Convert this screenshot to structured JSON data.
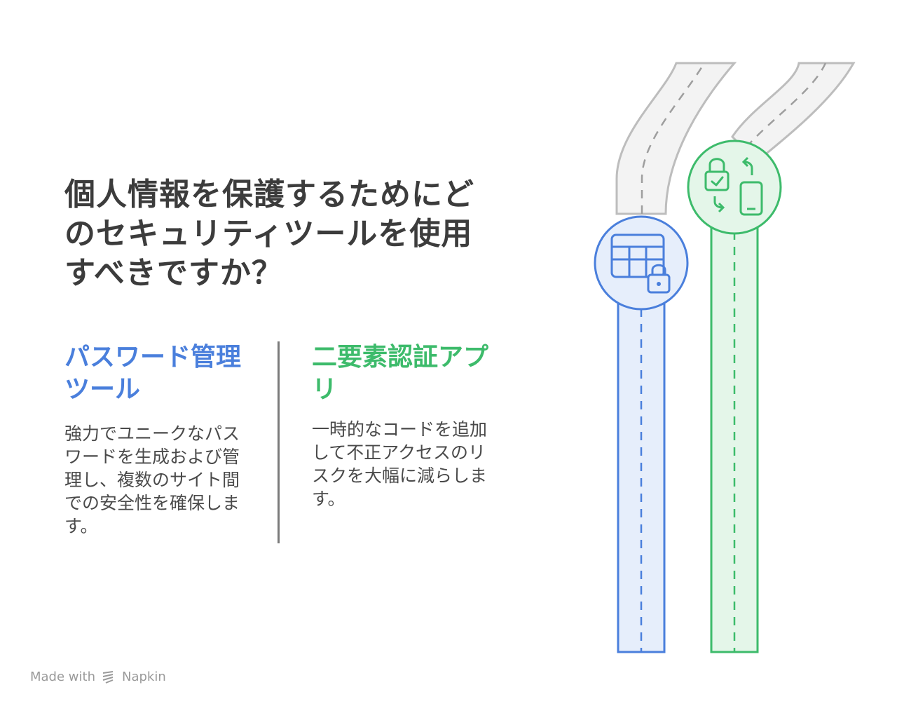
{
  "title": "個人情報を保護するためにどのセキュリティツールを使用すべきですか？",
  "options": [
    {
      "heading": "パスワード管理ツール",
      "description": "強力でユニークなパスワードを生成および管理し、複数のサイト間での安全性を確保します。",
      "color": "#4a7fdc",
      "icon": "password-table-lock-icon"
    },
    {
      "heading": "二要素認証アプリ",
      "description": "一時的なコードを追加して不正アクセスのリスクを大幅に減らします。",
      "color": "#3dbb6b",
      "icon": "lock-phone-sync-icon"
    }
  ],
  "footer": {
    "made_with": "Made with",
    "brand": "Napkin"
  }
}
